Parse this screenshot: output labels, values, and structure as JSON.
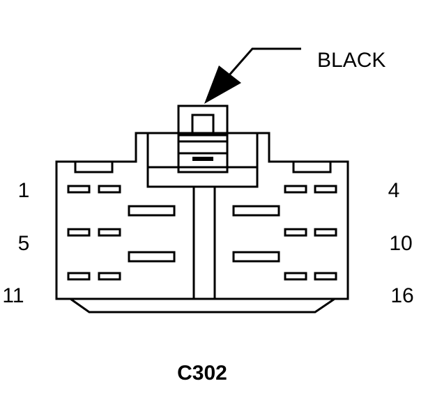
{
  "connector": {
    "name": "C302",
    "wire_color": "BLACK",
    "pin_labels": {
      "left": [
        "1",
        "5",
        "11"
      ],
      "right": [
        "4",
        "10",
        "16"
      ]
    }
  },
  "colors": {
    "stroke": "#000000",
    "background": "#ffffff"
  }
}
